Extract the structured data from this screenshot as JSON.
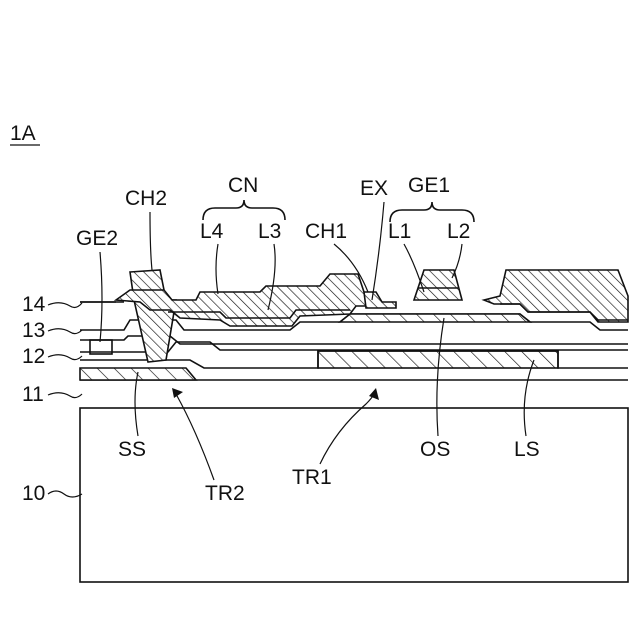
{
  "figure": {
    "title": "1A",
    "labels": {
      "cn": "CN",
      "ex": "EX",
      "ge1": "GE1",
      "ch2": "CH2",
      "l4": "L4",
      "l3": "L3",
      "ch1": "CH1",
      "l1": "L1",
      "l2": "L2",
      "ge2": "GE2",
      "layer14": "14",
      "layer13": "13",
      "layer12": "12",
      "layer11": "11",
      "substrate10": "10",
      "ss": "SS",
      "tr2": "TR2",
      "tr1": "TR1",
      "os": "OS",
      "ls": "LS"
    }
  }
}
